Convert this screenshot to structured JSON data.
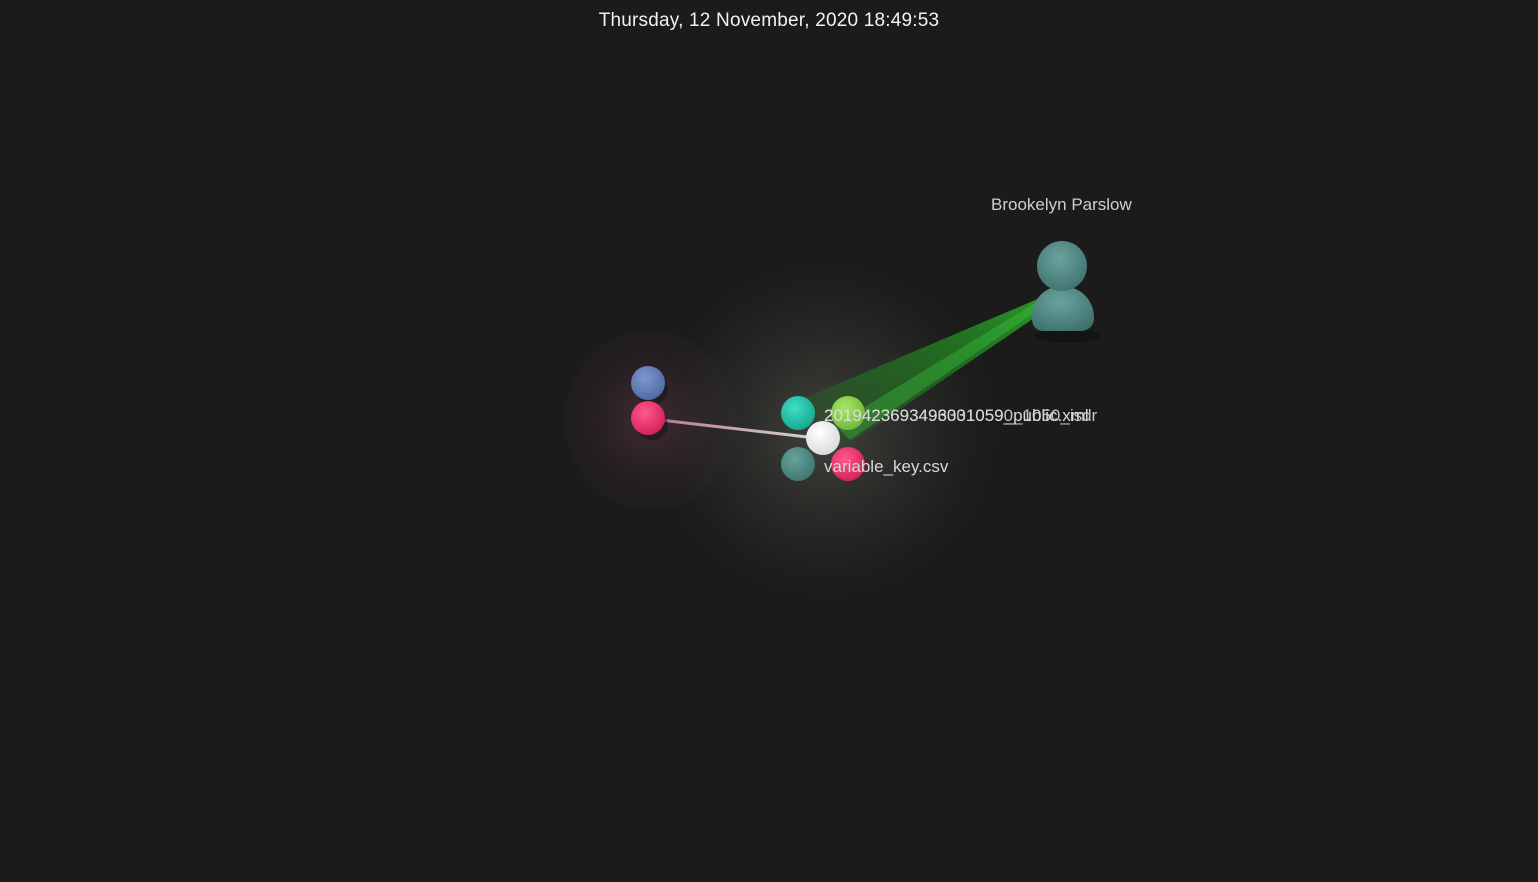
{
  "header": {
    "timestamp": "Thursday, 12 November, 2020 18:49:53"
  },
  "user": {
    "name": "Brookelyn Parslow",
    "icon": "person-avatar-icon"
  },
  "files": [
    {
      "label": "2019423693493031059_public.xml"
    },
    {
      "label": "20194236934963010590_1050_isdr"
    },
    {
      "label": "variable_key.csv"
    }
  ],
  "colors": {
    "background": "#1b1b1b",
    "beam": "#2fae2f",
    "node_blue": "#5f7bb5",
    "node_pink": "#e8336b",
    "node_cyan": "#1fc3a8",
    "node_lime": "#8ed14a",
    "node_teal": "#4e8c86",
    "node_white": "#ffffff",
    "user_avatar": "#4f8783"
  }
}
